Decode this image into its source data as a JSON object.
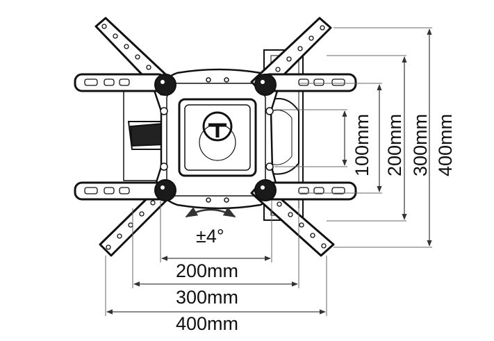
{
  "tilt": {
    "label": "±4°"
  },
  "horizontal_dimensions": [
    "200mm",
    "300mm",
    "400mm"
  ],
  "vertical_dimensions": [
    "100mm",
    "200mm",
    "300mm",
    "400mm"
  ],
  "colors": {
    "ink": "#111111",
    "background": "#ffffff",
    "dimension_line": "#555555"
  }
}
